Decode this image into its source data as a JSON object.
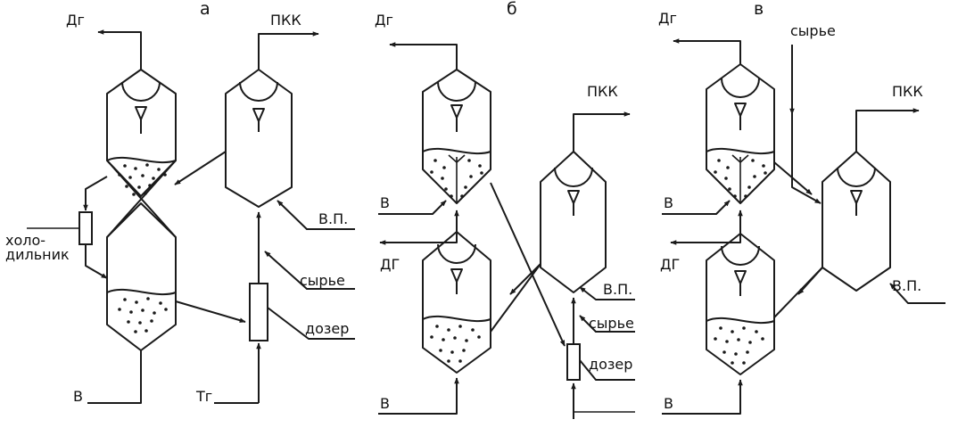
{
  "panels": {
    "a": {
      "title": "а",
      "labels": {
        "gas_top": "Дг",
        "pkk": "ПКК",
        "cooler_line1": "холо-",
        "cooler_line2": "дильник",
        "vp": "В.П.",
        "feed": "сырье",
        "dozer": "дозер",
        "air": "В",
        "tg": "Тг"
      }
    },
    "b": {
      "title": "б",
      "labels": {
        "gas_top": "Дг",
        "pkk": "ПКК",
        "air_upper": "В",
        "gas_lower": "ДГ",
        "vp": "В.П.",
        "feed": "сырье",
        "dozer": "дозер",
        "air_lower": "В"
      }
    },
    "v": {
      "title": "в",
      "labels": {
        "gas_top": "Дг",
        "feed": "сырье",
        "pkk": "ПКК",
        "air_upper": "В",
        "gas_lower": "ДГ",
        "vp": "В.П.",
        "air_lower": "В"
      }
    }
  }
}
